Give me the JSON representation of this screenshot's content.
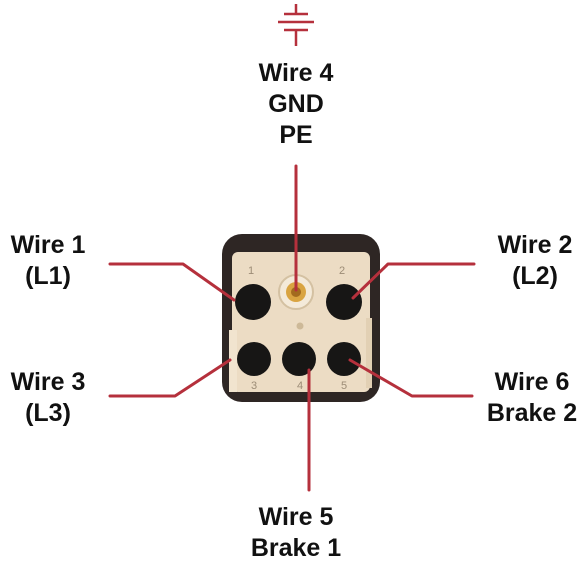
{
  "colors": {
    "wire": "#b5303c",
    "housing_dark": "#2e2624",
    "insert": "#ecdcc4",
    "socket": "#171615",
    "pin_gold": "#d9a441"
  },
  "icons": [
    "ground-icon"
  ],
  "labels": {
    "wire4": {
      "line1": "Wire 4",
      "line2": "GND",
      "line3": "PE"
    },
    "wire1": {
      "line1": "Wire 1",
      "line2": "(L1)"
    },
    "wire2": {
      "line1": "Wire 2",
      "line2": "(L2)"
    },
    "wire3": {
      "line1": "Wire 3",
      "line2": "(L3)"
    },
    "wire6": {
      "line1": "Wire 6",
      "line2": "Brake 2"
    },
    "wire5": {
      "line1": "Wire 5",
      "line2": "Brake 1"
    }
  },
  "connector": {
    "pin_numbers": [
      "1",
      "2",
      "3",
      "4",
      "5"
    ]
  }
}
